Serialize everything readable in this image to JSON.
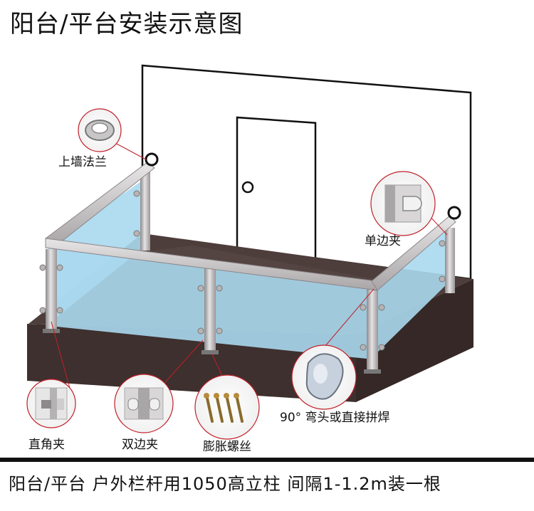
{
  "title": "阳台/平台安装示意图",
  "labels": {
    "wall_flange": "上墙法兰",
    "single_clamp": "单边夹",
    "right_angle_clamp": "直角夹",
    "double_clamp": "双边夹",
    "expansion_screws": "膨胀螺丝",
    "elbow": "90° 弯头或直接拼焊"
  },
  "footer": "阳台/平台 户外栏杆用1050高立柱 间隔1-1.2m装一根",
  "colors": {
    "floor": "#4a3a38",
    "glass": "#aad8ee",
    "rail": "#c8c4c6",
    "callout_line": "#c0202a"
  }
}
